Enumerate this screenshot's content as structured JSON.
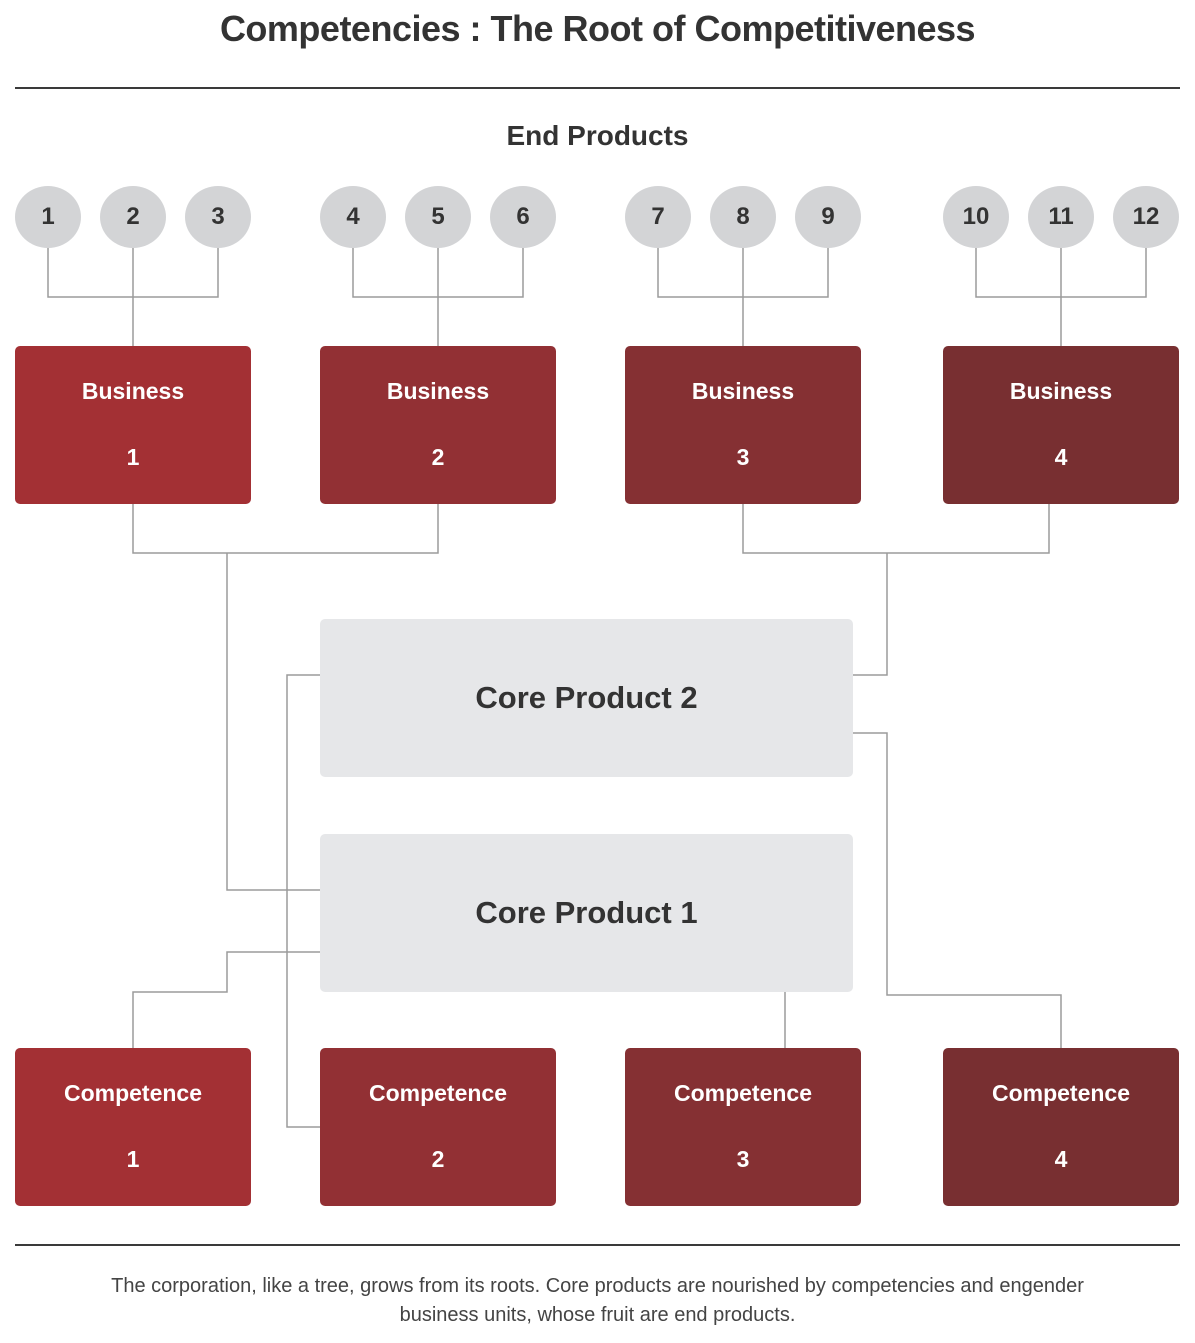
{
  "title": "Competencies : The Root of Competitiveness",
  "end_products_heading": "End Products",
  "colors": {
    "box_1": "#a33034",
    "box_2": "#923034",
    "box_3": "#853033",
    "box_4": "#782f31",
    "node_fill": "#d3d4d6",
    "core_fill": "#e6e7e9",
    "connector": "#9b9b9b",
    "text_dark": "#333333"
  },
  "end_products": [
    "1",
    "2",
    "3",
    "4",
    "5",
    "6",
    "7",
    "8",
    "9",
    "10",
    "11",
    "12"
  ],
  "businesses": [
    {
      "label": "Business",
      "number": "1"
    },
    {
      "label": "Business",
      "number": "2"
    },
    {
      "label": "Business",
      "number": "3"
    },
    {
      "label": "Business",
      "number": "4"
    }
  ],
  "core_products": {
    "core_2": "Core Product 2",
    "core_1": "Core Product 1"
  },
  "competences": [
    {
      "label": "Competence",
      "number": "1"
    },
    {
      "label": "Competence",
      "number": "2"
    },
    {
      "label": "Competence",
      "number": "3"
    },
    {
      "label": "Competence",
      "number": "4"
    }
  ],
  "caption": "The corporation, like a tree, grows from its roots. Core products are nourished by competencies and engender business units, whose fruit are end products."
}
